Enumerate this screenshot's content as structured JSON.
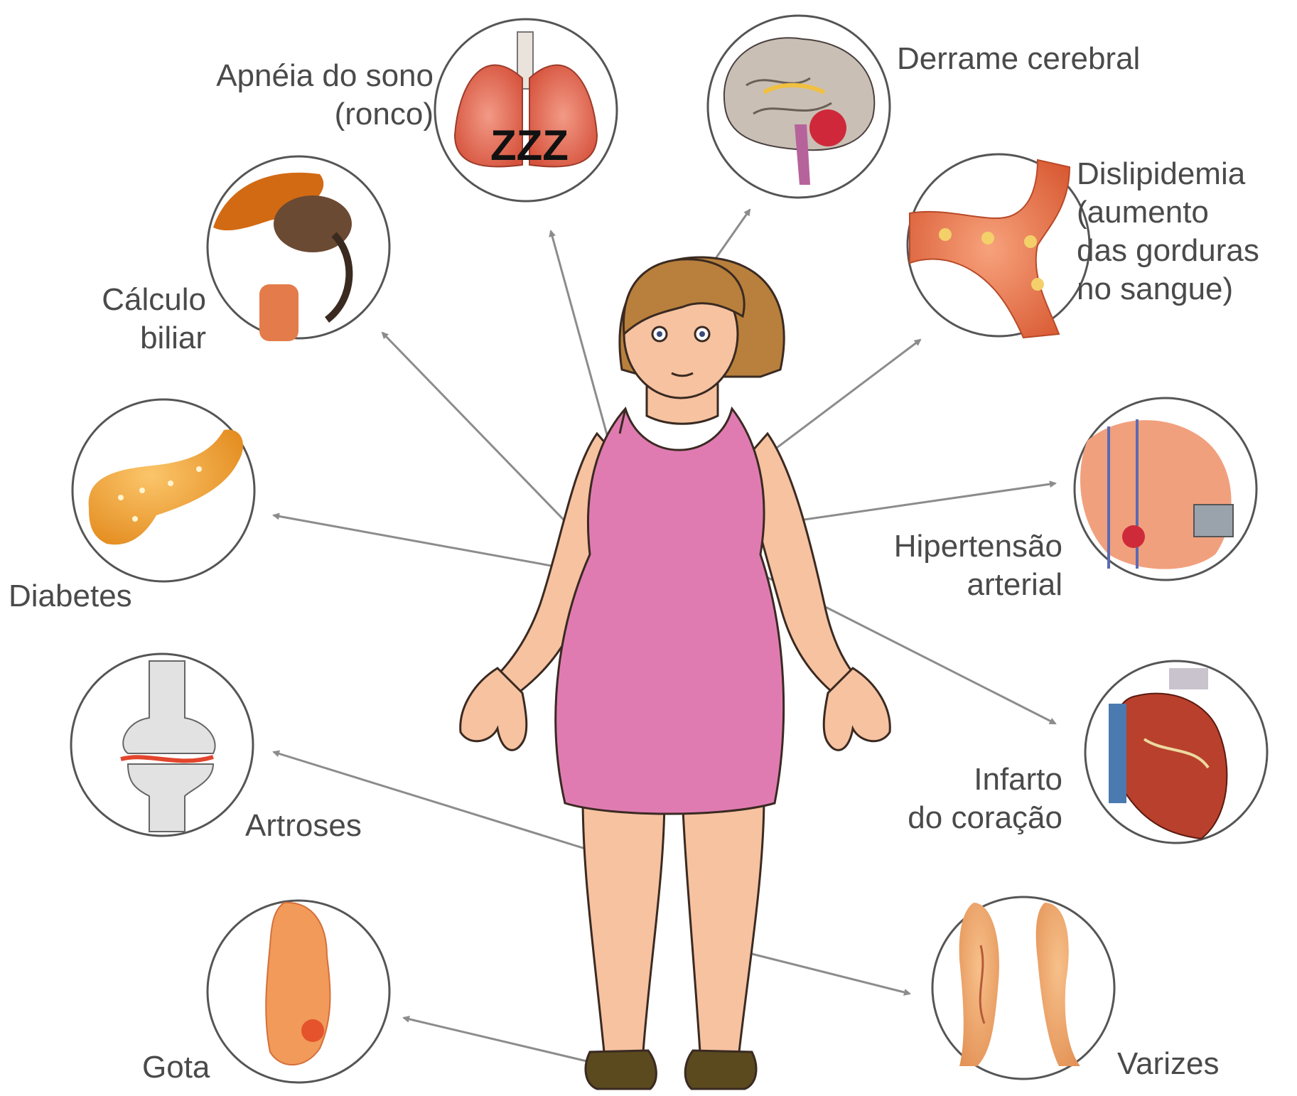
{
  "conditions": {
    "sleep_apnea": {
      "line1": "Apnéia do sono",
      "line2": "(ronco)"
    },
    "stroke": {
      "line1": "Derrame cerebral"
    },
    "dyslipidemia": {
      "line1": "Dislipidemia",
      "line2": "(aumento",
      "line3": "das gorduras",
      "line4": "no sangue)"
    },
    "gallstone": {
      "line1": "Cálculo",
      "line2": "biliar"
    },
    "diabetes": {
      "line1": "Diabetes"
    },
    "hypertension": {
      "line1": "Hipertensão",
      "line2": "arterial"
    },
    "heart_attack": {
      "line1": "Infarto",
      "line2": "do coração"
    },
    "arthrosis": {
      "line1": "Artroses"
    },
    "gout": {
      "line1": "Gota"
    },
    "varicose_veins": {
      "line1": "Varizes"
    }
  },
  "snore_text": "ZZZ",
  "colors": {
    "dress": "#e07bb2",
    "skin": "#f6c2a0",
    "hair": "#b8803c",
    "arrow": "#8c8c8c",
    "circle_border": "#555555",
    "organ_red": "#d9543f",
    "organ_orange": "#f0a640"
  }
}
